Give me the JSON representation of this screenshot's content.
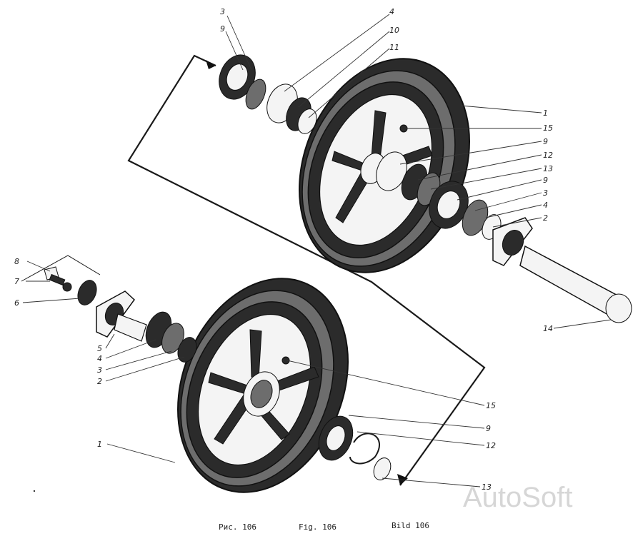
{
  "upper_assembly": {
    "callouts": [
      "3",
      "9",
      "4",
      "10",
      "11",
      "1",
      "15",
      "9",
      "12",
      "13",
      "9",
      "3",
      "4",
      "2",
      "14"
    ]
  },
  "lower_assembly": {
    "callouts": [
      "8",
      "7",
      "6",
      "5",
      "4",
      "3",
      "2",
      "1",
      "15",
      "9",
      "12",
      "13"
    ]
  },
  "captions": {
    "ru": "Рис. 106",
    "en": "Fig. 106",
    "de": "Bild 106"
  },
  "watermark": "AutoSoft"
}
